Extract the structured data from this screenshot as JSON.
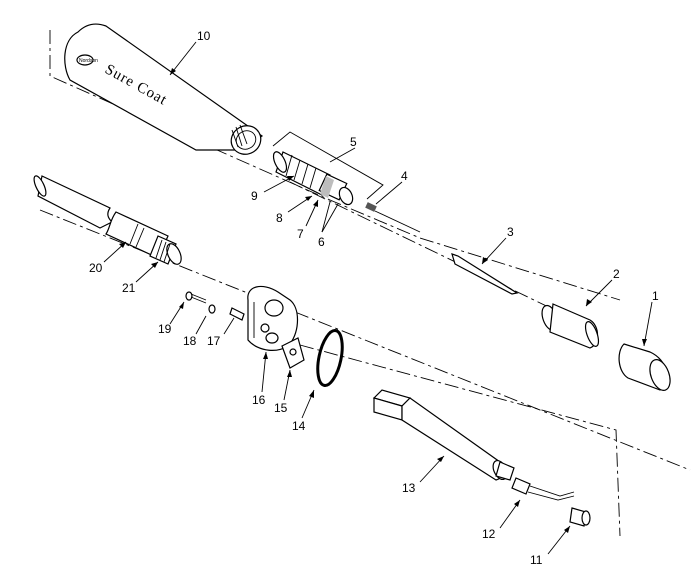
{
  "diagram": {
    "product_label": "Sure Coat",
    "badge_text": "Nordson",
    "callouts": [
      "1",
      "2",
      "3",
      "4",
      "5",
      "6",
      "7",
      "8",
      "9",
      "10",
      "11",
      "12",
      "13",
      "14",
      "15",
      "16",
      "17",
      "18",
      "19",
      "20",
      "21"
    ]
  }
}
